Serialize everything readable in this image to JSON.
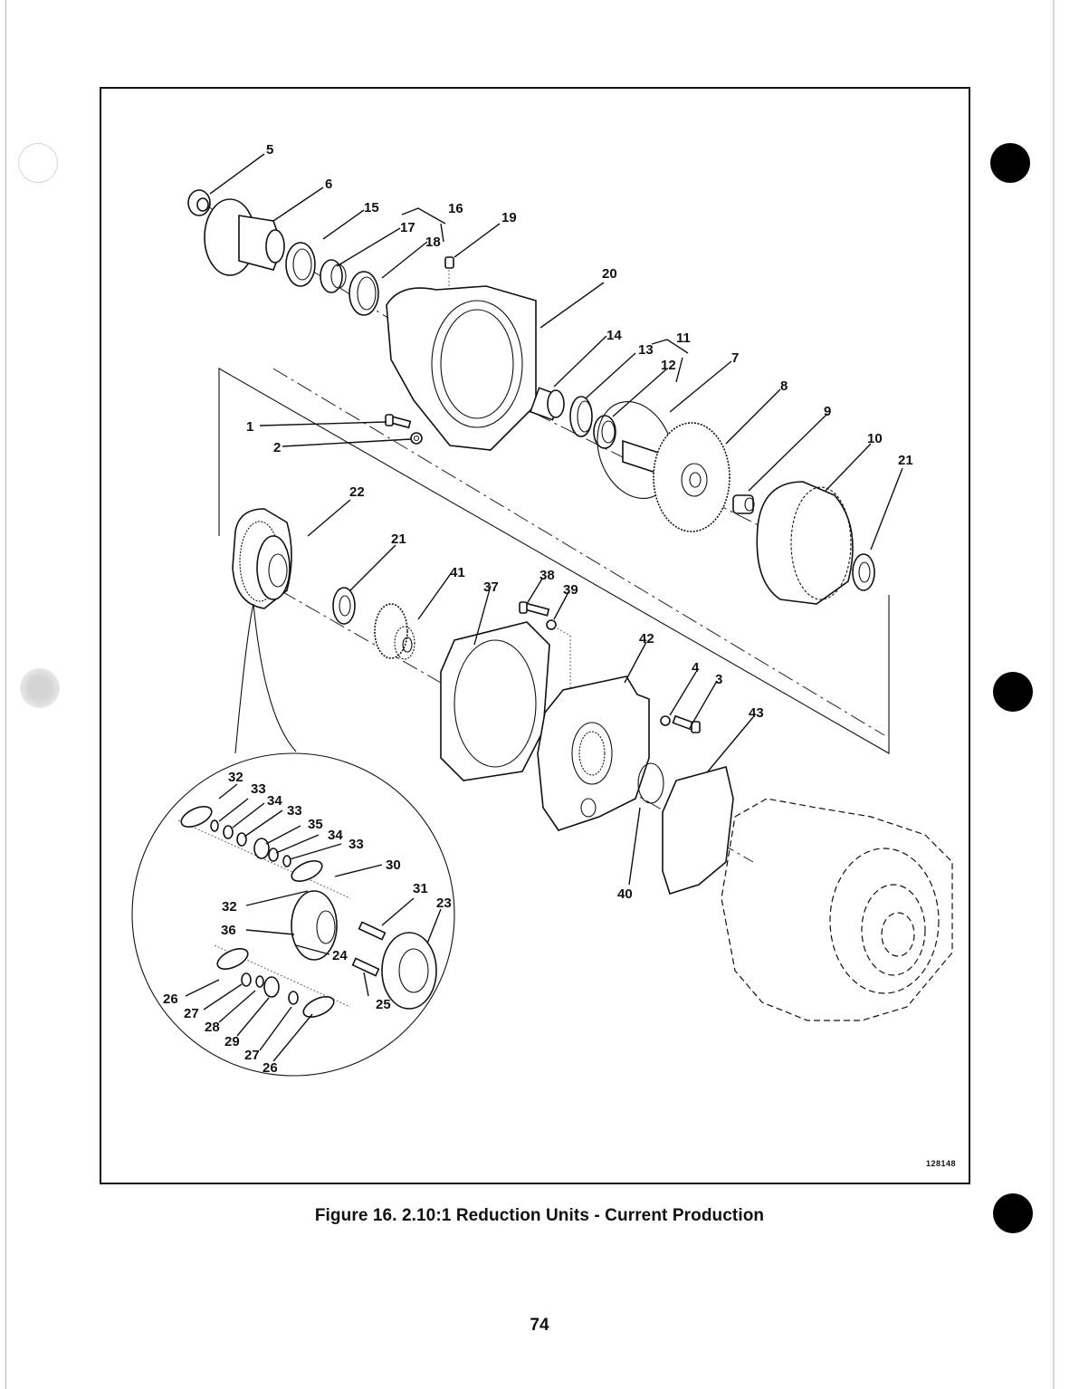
{
  "page": {
    "figure_id": "128148",
    "caption": "Figure 16. 2.10:1 Reduction Units - Current Production",
    "page_number": "74"
  },
  "callouts": {
    "c1": "1",
    "c2": "2",
    "c3": "3",
    "c4": "4",
    "c5": "5",
    "c6": "6",
    "c7": "7",
    "c8": "8",
    "c9": "9",
    "c10": "10",
    "c11": "11",
    "c12": "12",
    "c13": "13",
    "c14": "14",
    "c15": "15",
    "c16": "16",
    "c17": "17",
    "c18": "18",
    "c19": "19",
    "c20": "20",
    "c21a": "21",
    "c21b": "21",
    "c22": "22",
    "c23": "23",
    "c24": "24",
    "c25": "25",
    "c26a": "26",
    "c26b": "26",
    "c27a": "27",
    "c27b": "27",
    "c28": "28",
    "c29": "29",
    "c30": "30",
    "c31": "31",
    "c32a": "32",
    "c32b": "32",
    "c33a": "33",
    "c33b": "33",
    "c33c": "33",
    "c34a": "34",
    "c34b": "34",
    "c35": "35",
    "c36": "36",
    "c37": "37",
    "c38": "38",
    "c39": "39",
    "c40": "40",
    "c41": "41",
    "c42": "42",
    "c43": "43"
  },
  "colors": {
    "ink": "#111111",
    "paper": "#ffffff",
    "binder_hole": "#000000"
  }
}
